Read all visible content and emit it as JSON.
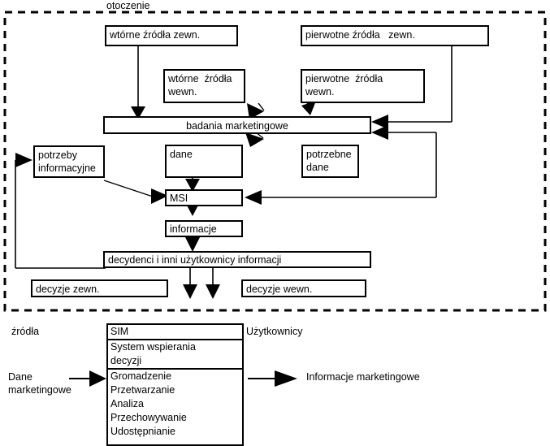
{
  "diagram": {
    "title": "otoczenie",
    "environment_label": "otoczenie",
    "boxes": {
      "secondary_external": "wtórne źródła zewn.",
      "primary_external": "pierwotne źródła   zewn.",
      "secondary_internal": "wtórne  źródła\nwewn.",
      "primary_internal": "pierwotne  źródła\nwewn.",
      "marketing_research": "badania marketingowe",
      "information_needs": "potrzeby\ninformacyjne",
      "data": "dane",
      "needed_data": "potrzebne\ndane",
      "msi": "MSI",
      "information": "informacje",
      "decision_makers": "decydenci i inni użytkownicy informacji",
      "decisions_external": "decyzje zewn.",
      "decisions_internal": "decyzje wewn."
    },
    "bottom": {
      "sources_label": "źródła",
      "users_label": "Użytkownicy",
      "input_label": "Dane\nmarketingowe",
      "output_label": "Informacje marketingowe",
      "sim_rows": [
        "SIM",
        "System wspierania",
        "decyzji",
        "Gromadzenie",
        "Przetwarzanie",
        "Analiza",
        "Przechowywanie",
        "Udostępnianie"
      ]
    },
    "colors": {
      "stroke": "#000000",
      "background": "#ffffff"
    }
  }
}
